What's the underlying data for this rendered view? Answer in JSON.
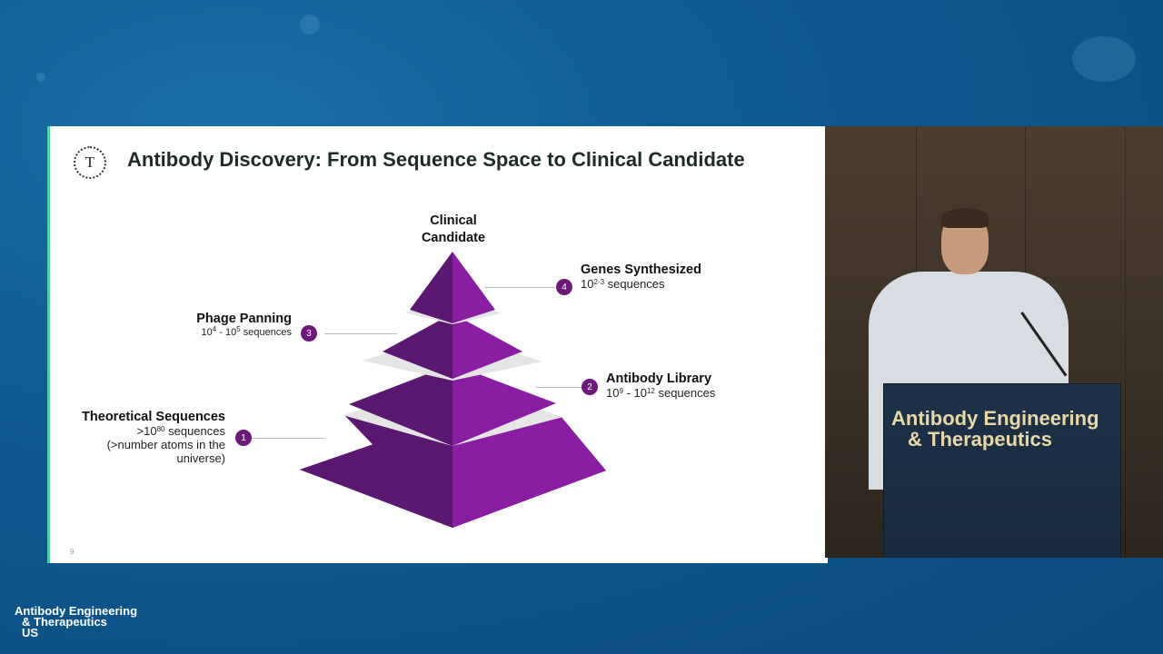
{
  "slide": {
    "title": "Antibody Discovery: From Sequence Space to Clinical Candidate",
    "logo_letter": "T",
    "page_number": "9",
    "top_label_line1": "Clinical",
    "top_label_line2": "Candidate",
    "stages": [
      {
        "number": "1",
        "title": "Theoretical Sequences",
        "detail_prefix": ">10",
        "detail_exp1": "80",
        "detail_suffix": " sequences",
        "note_line1": "(>number atoms in the",
        "note_line2": "universe)"
      },
      {
        "number": "2",
        "title": "Antibody Library",
        "base1": "10",
        "exp1": "9",
        "sep": " - ",
        "base2": "10",
        "exp2": "12",
        "suffix": " sequences"
      },
      {
        "number": "3",
        "title": "Phage Panning",
        "base1": "10",
        "exp1": "4",
        "sep": " - ",
        "base2": "10",
        "exp2": "5",
        "suffix": " sequences"
      },
      {
        "number": "4",
        "title": "Genes Synthesized",
        "base1": "10",
        "exp1": "2-3",
        "suffix": " sequences"
      }
    ],
    "colors": {
      "pyramid_dark": "#5a1870",
      "pyramid_light": "#8a1ea3",
      "badge": "#6b1a7a",
      "accent": "#4fd1a5"
    }
  },
  "podium": {
    "line1": "Antibody Engineering",
    "line2": "& Therapeutics"
  },
  "brand": {
    "line1": "Antibody Engineering",
    "line2": "& Therapeutics",
    "line3": "US"
  }
}
